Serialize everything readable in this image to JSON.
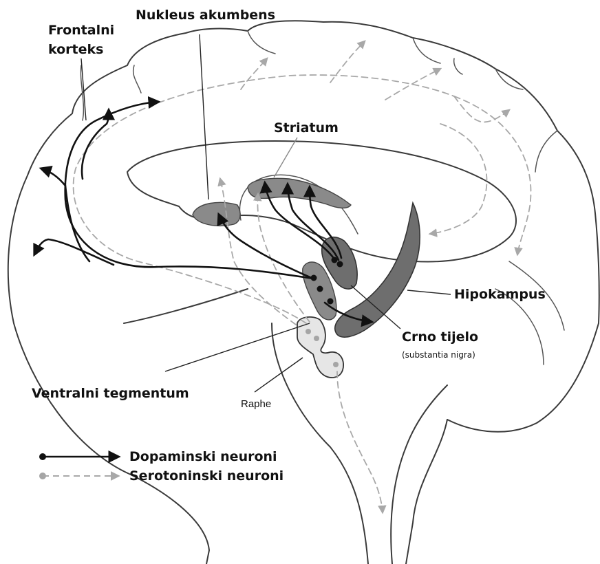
{
  "labels": {
    "nucleus_accumbens": "Nukleus akumbens",
    "frontal_cortex_line1": "Frontalni",
    "frontal_cortex_line2": "korteks",
    "striatum": "Striatum",
    "hippocampus": "Hipokampus",
    "substantia_nigra": "Crno tijelo",
    "substantia_nigra_latin": "(substantia nigra)",
    "ventral_tegmentum": "Ventralni tegmentum",
    "raphe": "Raphe"
  },
  "legend": {
    "dopamine": "Dopaminski neuroni",
    "serotonin": "Serotoninski neuroni"
  },
  "colors": {
    "dopamine_pathway": "#111111",
    "serotonin_pathway": "#a8a8a8",
    "structure_fill": "#6e6e6e",
    "raphe_fill": "#e6e6e6"
  }
}
